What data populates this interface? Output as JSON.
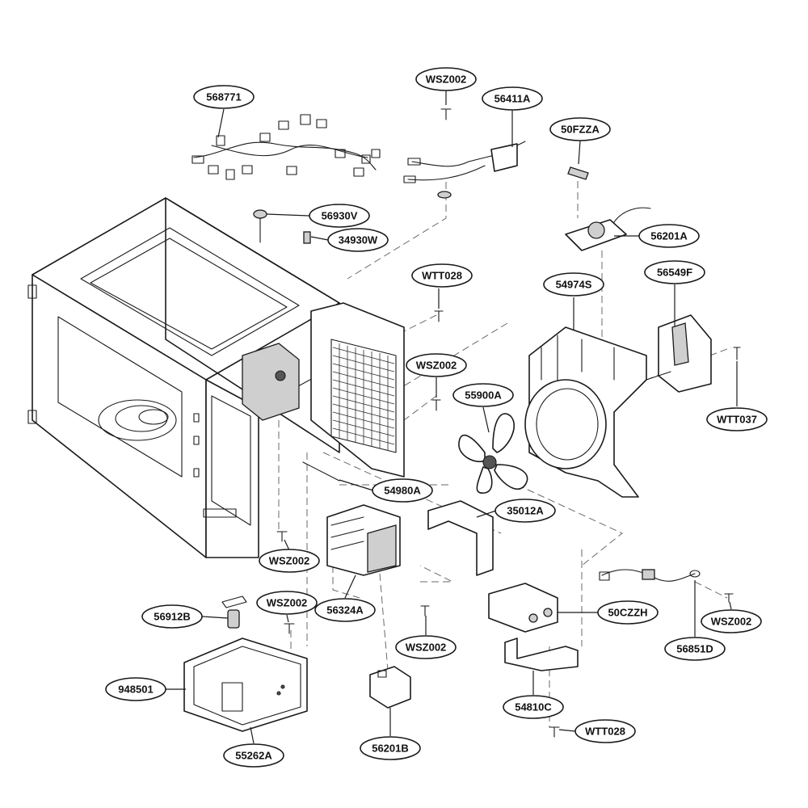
{
  "callouts": [
    {
      "id": "568771",
      "label": "568771"
    },
    {
      "id": "wsz002-top",
      "label": "WSZ002"
    },
    {
      "id": "56411A",
      "label": "56411A"
    },
    {
      "id": "50FZZA",
      "label": "50FZZA"
    },
    {
      "id": "56930V",
      "label": "56930V"
    },
    {
      "id": "34930W",
      "label": "34930W"
    },
    {
      "id": "56201A",
      "label": "56201A"
    },
    {
      "id": "wtt028-top",
      "label": "WTT028"
    },
    {
      "id": "54974S",
      "label": "54974S"
    },
    {
      "id": "56549F",
      "label": "56549F"
    },
    {
      "id": "wsz002-mid",
      "label": "WSZ002"
    },
    {
      "id": "55900A",
      "label": "55900A"
    },
    {
      "id": "WTT037",
      "label": "WTT037"
    },
    {
      "id": "54980A",
      "label": "54980A"
    },
    {
      "id": "35012A",
      "label": "35012A"
    },
    {
      "id": "wsz002-left",
      "label": "WSZ002"
    },
    {
      "id": "56324A",
      "label": "56324A"
    },
    {
      "id": "56912B",
      "label": "56912B"
    },
    {
      "id": "wsz002-lower",
      "label": "WSZ002"
    },
    {
      "id": "50CZZH",
      "label": "50CZZH"
    },
    {
      "id": "wsz002-right",
      "label": "WSZ002"
    },
    {
      "id": "wsz002-bottom",
      "label": "WSZ002"
    },
    {
      "id": "56851D",
      "label": "56851D"
    },
    {
      "id": "948501",
      "label": "948501"
    },
    {
      "id": "54810C",
      "label": "54810C"
    },
    {
      "id": "wtt028-bottom",
      "label": "WTT028"
    },
    {
      "id": "55262A",
      "label": "55262A"
    },
    {
      "id": "56201B",
      "label": "56201B"
    }
  ]
}
